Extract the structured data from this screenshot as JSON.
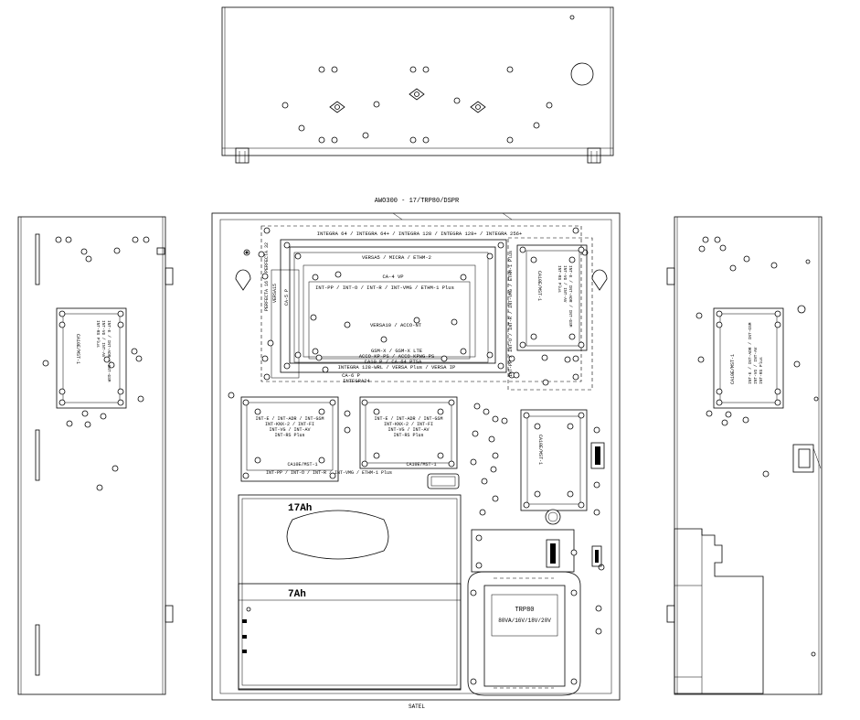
{
  "labels": {
    "model": "AWO300 - 17/TRP80/DSPR",
    "brand": "SATEL",
    "integra": "INTEGRA 64 / INTEGRA 64+ / INTEGRA 128 / INTEGRA 128+ / INTEGRA 256+",
    "versa5": "VERSA5 / MICRA / ETHM-2",
    "ca4vp": "CA-4 VP",
    "intpp": "INT-PP / INT-O / INT-R / INT-VMG / ETHM-1 Plus",
    "versa10": "VERSA10 / ACCO-NT",
    "gsmx": "GSM-X / GSM-X LTE",
    "accokp": "ACCO-KP-PS / ACCO-KPWG-PS",
    "ca10p": "CA10 P / CA-64 PTSA",
    "integra128wrl": "INTEGRA 128-WRL / VERSA Plus / VERSA IP",
    "ca6p": "CA-6 P",
    "integra24": "INTEGRA24",
    "perfecta": "PERFECTA 16 / PERFECTA 32",
    "versa15": "VERSA15",
    "ca5p": "CA-5 P",
    "rightvert": "INT-PP / INT-O / INT-R / INT-VMG / ETHM-1 Plus",
    "ca10ebox": "CA10E/MST-1",
    "intadr": "INT-E / INT-ADR / INT-GSM",
    "intknx": "INT-KNX-2 / INT-FI",
    "intvg": "INT-VG / INT-AV",
    "intrs": "INT-RS Plus",
    "intadrb": "INT-E / INT-ADR / INT-GSM",
    "intknxb": "INT-KNX-2 / INT-FI",
    "intvgb": "INT-VG / INT-AV",
    "intrsb": "INT-RS Plus",
    "ca10e1": "CA10E/MST-1",
    "ca10e2": "CA10E/MST-1",
    "bottomlabel": "INT-PP / INT-O / INT-R / INT-VMG / ETHM-1 Plus",
    "battery17": "17Ah",
    "battery7": "7Ah",
    "trp": "TRP80",
    "trpspec": "80VA/16V/18V/20V",
    "sideleft": "CA10E/MST-1",
    "sideleft2": "INT-E / INT-ADR / INT-GSM",
    "sideleft3": "INT-VG / INT-AV",
    "sideleft4": "INT-RS Plus",
    "sideright": "CA10E/MST-1",
    "sideright2": "INT-E / INT-ADR / INT-GSM",
    "sideright3": "INT-VG / INT-AV",
    "sideright4": "INT-RS Plus",
    "rbox": "CA10E/MST-1",
    "rbox2": "INT-E / INT-ADR / INT-GSM",
    "rbox3": "INT-VG / INT-AV",
    "rbox4": "INT-RS Plus"
  }
}
